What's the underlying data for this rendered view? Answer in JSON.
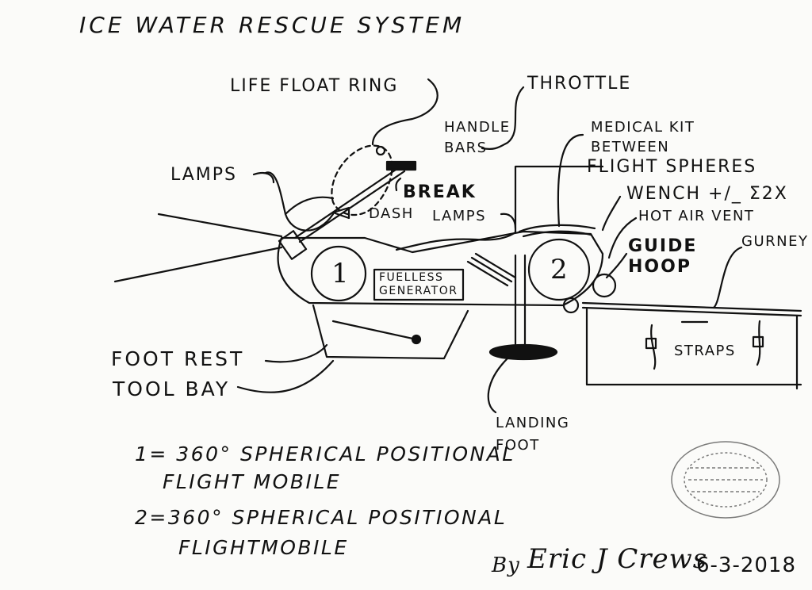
{
  "title": "ICE WATER RESCUE SYSTEM",
  "labels": {
    "life_float_ring": "LIFE FLOAT RING",
    "throttle": "THROTTLE",
    "handle_bars_1": "HANDLE",
    "handle_bars_2": "BARS",
    "medical_kit_1": "MEDICAL KIT",
    "medical_kit_2": "BETWEEN",
    "medical_kit_3": "FLIGHT SPHERES",
    "lamps_front": "LAMPS",
    "break": "BREAK",
    "wench": "WENCH +/_ Σ2X",
    "dash": "DASH",
    "lamps_rear": "LAMPS",
    "hot_air_vent": "HOT AIR VENT",
    "guide_hoop_1": "GUIDE",
    "guide_hoop_2": "HOOP",
    "gurney": "GURNEY",
    "sphere_1": "1",
    "sphere_2": "2",
    "generator_1": "FUELLESS",
    "generator_2": "GENERATOR",
    "straps": "STRAPS",
    "foot_rest": "FOOT  REST",
    "tool_bay": "TOOL BAY",
    "landing_foot_1": "LANDING",
    "landing_foot_2": "FOOT"
  },
  "legend": {
    "line1_a": "1= 360° SPHERICAL POSITIONAL",
    "line1_b": "FLIGHT MOBILE",
    "line2_a": "2=360° SPHERICAL POSITIONAL",
    "line2_b": "FLIGHTMOBILE"
  },
  "signature": {
    "by": "By",
    "name": "Eric J Crews",
    "date": "6-3-2018"
  },
  "colors": {
    "ink": "#111111",
    "paper": "#fbfbf9"
  }
}
